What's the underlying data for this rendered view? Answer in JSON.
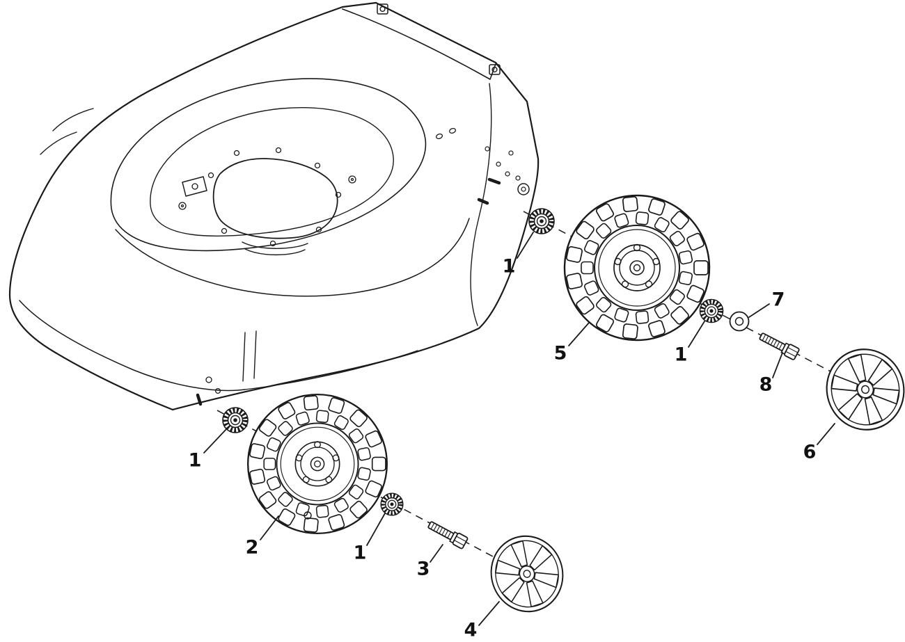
{
  "figure": {
    "kind": "exploded-parts-diagram",
    "subject": "mower-deck-wheel-and-hub-cap-assembly"
  },
  "colors": {
    "line": "#1a1a1a",
    "background": "#ffffff"
  },
  "callouts": [
    {
      "label": "1",
      "part": "flange-nut-rear-outer"
    },
    {
      "label": "5",
      "part": "wheel-rear"
    },
    {
      "label": "1",
      "part": "flange-nut-rear-inner"
    },
    {
      "label": "7",
      "part": "washer"
    },
    {
      "label": "8",
      "part": "bolt-rear"
    },
    {
      "label": "6",
      "part": "hub-cap-rear"
    },
    {
      "label": "1",
      "part": "flange-nut-front-outer"
    },
    {
      "label": "2",
      "part": "wheel-front"
    },
    {
      "label": "1",
      "part": "flange-nut-front-inner"
    },
    {
      "label": "3",
      "part": "bolt-front"
    },
    {
      "label": "4",
      "part": "hub-cap-front"
    }
  ]
}
